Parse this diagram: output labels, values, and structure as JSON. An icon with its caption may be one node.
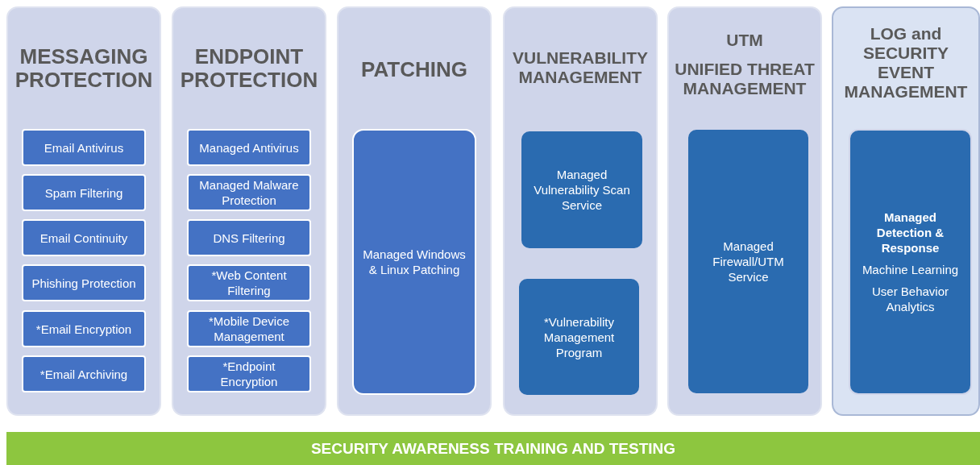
{
  "diagram": {
    "nodes": [
      {
        "text": [
          "MESSAGING PROTECTION"
        ]
      },
      {
        "text": [
          "Email Antivirus"
        ],
        "in": 0
      },
      {
        "text": [
          "Spam Filtering"
        ],
        "in": 0
      },
      {
        "text": [
          "Email Continuity"
        ],
        "in": 0
      },
      {
        "text": [
          "Phishing Protection"
        ],
        "in": 0
      },
      {
        "text": [
          "*Email Encryption"
        ],
        "in": 0
      },
      {
        "text": [
          "*Email Archiving"
        ],
        "in": 0
      },
      {
        "text": [
          "ENDPOINT PROTECTION"
        ]
      },
      {
        "text": [
          "Managed Antivirus"
        ],
        "in": 7
      },
      {
        "text": [
          "Managed Malware Protection"
        ],
        "in": 7
      },
      {
        "text": [
          "DNS Filtering"
        ],
        "in": 7
      },
      {
        "text": [
          "*Web Content Filtering"
        ],
        "in": 7
      },
      {
        "text": [
          "*Mobile Device Management"
        ],
        "in": 7
      },
      {
        "text": [
          "*Endpoint Encryption"
        ],
        "in": 7
      },
      {
        "text": [
          "PATCHING"
        ]
      },
      {
        "text": [
          "Managed Windows & Linux Patching"
        ],
        "in": 14
      },
      {
        "text": [
          "VULNERABILITY MANAGEMENT"
        ]
      },
      {
        "text": [
          "Managed Vulnerability Scan Service"
        ],
        "in": 16
      },
      {
        "text": [
          "*Vulnerability Management Program"
        ],
        "in": 16
      },
      {
        "text": [
          "UTM",
          "UNIFIED THREAT MANAGEMENT"
        ]
      },
      {
        "text": [
          "Managed Firewall/UTM Service"
        ],
        "in": 19
      },
      {
        "text": [
          "LOG and SECURITY EVENT MANAGEMENT"
        ]
      },
      {
        "text": [
          "Managed Detection & Response",
          "Machine Learning",
          "User Behavior Analytics"
        ],
        "in": 21
      },
      {
        "text": [
          "SECURITY AWARENESS TRAINING AND TESTING"
        ]
      }
    ],
    "edges": []
  }
}
